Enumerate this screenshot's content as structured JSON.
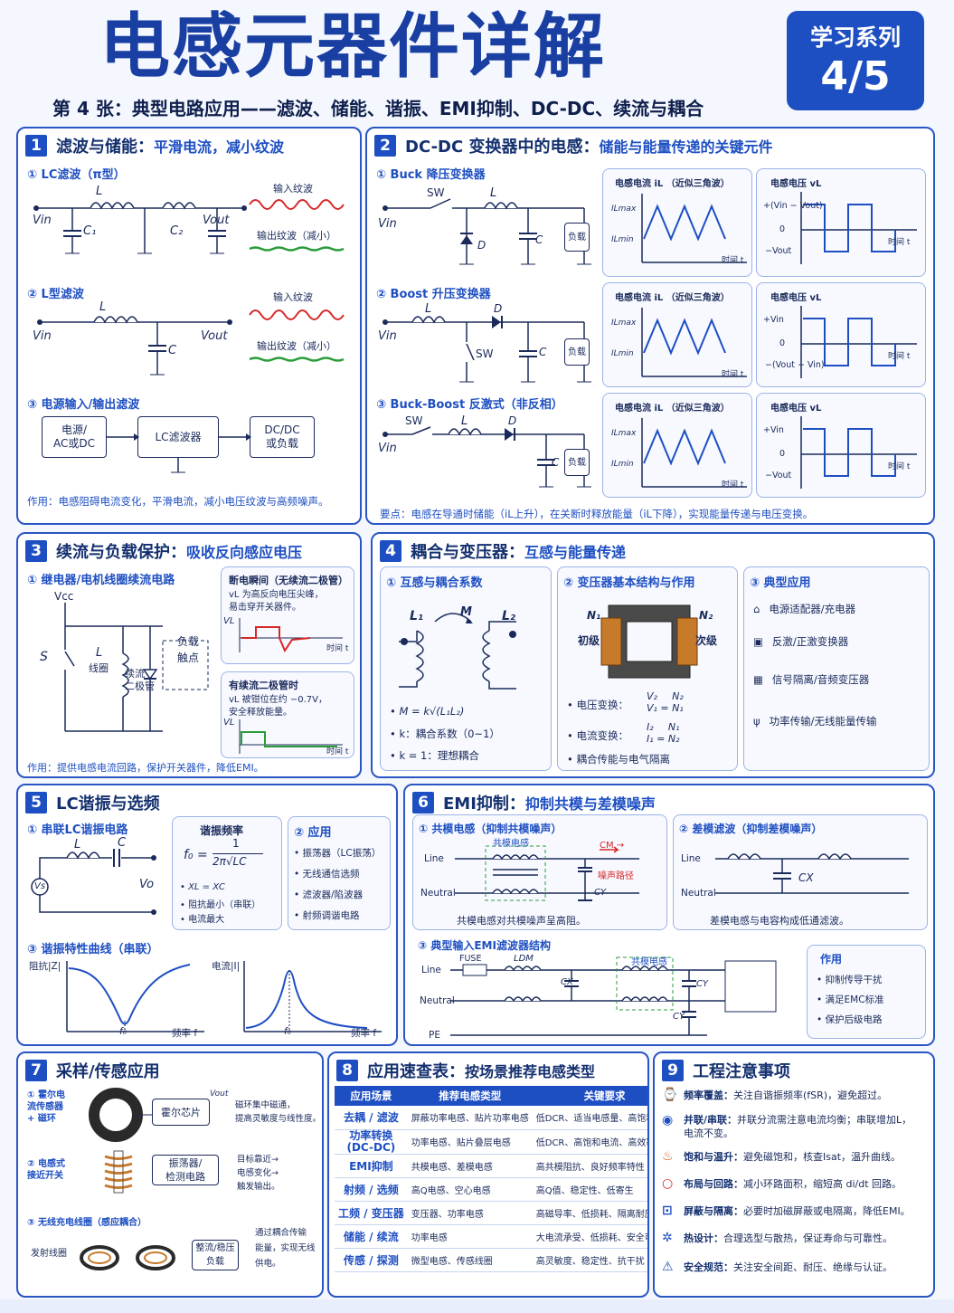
{
  "header": {
    "title": "电感元器件详解",
    "badge_top": "学习系列",
    "badge_num": "4/5",
    "subtitle": "第 4 张：典型电路应用——滤波、储能、谐振、EMI抑制、DC-DC、续流与耦合"
  },
  "p1": {
    "num": "1",
    "title": "滤波与储能：",
    "title2": "平滑电流，减小纹波",
    "s1": "① LC滤波（π型）",
    "s2": "② L型滤波",
    "s3": "③ 电源输入/输出滤波",
    "in_ripple": "输入纹波",
    "out_ripple": "输出纹波（减小）",
    "out_ripple2": "输出纹波（减小）",
    "lbl_L": "L",
    "lbl_C1": "C₁",
    "lbl_C2": "C₂",
    "lbl_C": "C",
    "vin": "Vin",
    "vout": "Vout",
    "b1": "电源/\nAC或DC",
    "b2": "LC滤波器",
    "b3": "DC/DC\n或负载",
    "note": "作用：电感阻碍电流变化，平滑电流，减小电压纹波与高频噪声。"
  },
  "p2": {
    "num": "2",
    "title": "DC-DC 变换器中的电感：",
    "title2": "储能与能量传递的关键元件",
    "s1": "① Buck 降压变换器",
    "s2": "② Boost 升压变换器",
    "s3": "③ Buck-Boost 反激式（非反相）",
    "sw": "SW",
    "d": "D",
    "c": "C",
    "load": "负载",
    "l": "L",
    "vin": "Vin",
    "il_title": "电感电流 iL （近似三角波）",
    "vl_title": "电感电压 vL",
    "ilmax": "ILmax",
    "ilmin": "ILmin",
    "time": "时间 t",
    "buck_top": "+(Vin − Vout)",
    "buck_bot": "−Vout",
    "boost_top": "+Vin",
    "boost_bot": "−(Vout − Vin)",
    "bb_top": "+Vin",
    "bb_bot": "−Vout",
    "zero": "0",
    "note": "要点：电感在导通时储能（iL上升），在关断时释放能量（iL下降），实现能量传递与电压变换。"
  },
  "p3": {
    "num": "3",
    "title": "续流与负载保护：",
    "title2": "吸收反向感应电压",
    "s1": "① 继电器/电机线圈续流电路",
    "vcc": "Vcc",
    "s": "S",
    "l": "L",
    "coil": "线圈",
    "diode": "续流\n二极管",
    "load": "负载\n触点",
    "box1_title": "断电瞬间（无续流二极管）",
    "box1_text": "vL 为高反向电压尖峰，\n易击穿开关器件。",
    "box2_title": "有续流二极管时",
    "box2_text": "vL 被钳位在约 −0.7V，\n安全释放能量。",
    "vl": "VL",
    "time": "时间 t",
    "note": "作用：提供电感电流回路，保护开关器件，降低EMI。"
  },
  "p4": {
    "num": "4",
    "title": "耦合与变压器：",
    "title2": "互感与能量传递",
    "s1": "① 互感与耦合系数",
    "s2": "② 变压器基本结构与作用",
    "s3": "③ 典型应用",
    "l1": "L₁",
    "l2": "L₂",
    "m": "M",
    "eq1": "M = k√(L₁L₂)",
    "eq2": "k：耦合系数（0~1）",
    "eq3": "k = 1：理想耦合",
    "n1": "N₁",
    "n2": "N₂",
    "primary": "初级",
    "secondary": "次级",
    "volt": "电压变换：",
    "cur": "电流变换：",
    "iso": "耦合传能与电气隔离",
    "apps": [
      "电源适配器/充电器",
      "反激/正激变换器",
      "信号隔离/音频变压器",
      "功率传输/无线能量传输"
    ]
  },
  "p5": {
    "num": "5",
    "title": "LC谐振与选频",
    "s1": "① 串联LC谐振电路",
    "s2": "② 应用",
    "s3": "③ 谐振特性曲线（串联）",
    "freq_title": "谐振频率",
    "f0": "f₀ =",
    "num1": "1",
    "den": "2π√LC",
    "c1": "XL = XC",
    "c2": "阻抗最小（串联）",
    "c3": "电流最大",
    "apps": [
      "振荡器（LC振荡）",
      "无线通信选频",
      "滤波器/陷波器",
      "射频调谐电路"
    ],
    "z": "阻抗|Z|",
    "i": "电流|I|",
    "f0l": "f₀",
    "freq": "频率 f",
    "vs": "Vs",
    "vo": "Vo",
    "l": "L",
    "c": "C"
  },
  "p6": {
    "num": "6",
    "title": "EMI抑制：",
    "title2": "抑制共模与差模噪声",
    "s1": "① 共模电感（抑制共模噪声）",
    "s2": "② 差模滤波（抑制差模噪声）",
    "s3": "③ 典型输入EMI滤波器结构",
    "line": "Line",
    "neutral": "Neutral",
    "pe": "PE",
    "fuse": "FUSE",
    "cmc": "共模电感",
    "cm": "CM →",
    "noise": "噪声路径",
    "cy": "CY",
    "cx": "CX",
    "ldm": "LDM",
    "n1": "共模电感对共模噪声呈高阻。",
    "n2": "差模电感与电容构成低通滤波。",
    "role": "作用",
    "roles": [
      "抑制传导干扰",
      "满足EMC标准",
      "保护后级电路"
    ]
  },
  "p7": {
    "num": "7",
    "title": "采样/传感应用",
    "s1": "① 霍尔电\n流传感器\n+ 磁环",
    "s2": "② 电感式\n接近开关",
    "s3": "③ 无线充电线圈（感应耦合）",
    "hall": "霍尔芯片",
    "osc": "振荡器/\n检测电路",
    "rect": "整流/稳压\n负载",
    "tx": "发射线圈",
    "vout": "Vout",
    "d1": "磁环集中磁通，\n提高灵敏度与线性度。",
    "d2": "目标靠近→\n电感变化→\n触发输出。",
    "d3": "通过耦合传输\n能量，实现无线\n供电。"
  },
  "p8": {
    "num": "8",
    "title": "应用速查表：",
    "title2": "按场景推荐电感类型",
    "head": [
      "应用场景",
      "推荐电感类型",
      "关键要求"
    ],
    "rows": [
      [
        "去耦 / 滤波",
        "屏蔽功率电感、贴片功率电感",
        "低DCR、适当电感量、高饱和电流"
      ],
      [
        "功率转换\n(DC-DC)",
        "功率电感、贴片叠层电感",
        "低DCR、高饱和电流、高效率"
      ],
      [
        "EMI抑制",
        "共模电感、差模电感",
        "高共模阻抗、良好频率特性"
      ],
      [
        "射频 / 选频",
        "高Q电感、空心电感",
        "高Q值、稳定性、低寄生"
      ],
      [
        "工频 / 变压器",
        "变压器、功率电感",
        "高磁导率、低损耗、隔离耐压"
      ],
      [
        "储能 / 续流",
        "功率电感",
        "大电流承受、低损耗、安全可靠"
      ],
      [
        "传感 / 探测",
        "微型电感、传感线圈",
        "高灵敏度、稳定性、抗干扰"
      ]
    ]
  },
  "p9": {
    "num": "9",
    "title": "工程注意事项",
    "items": [
      [
        "频率覆盖：",
        "关注自谐振频率(fSR)，避免超过。"
      ],
      [
        "并联/串联：",
        "并联分流需注意电流均衡；串联增加L，\n电流不变。"
      ],
      [
        "饱和与温升：",
        "避免磁饱和，核查Isat，温升曲线。"
      ],
      [
        "布局与回路：",
        "减小环路面积，缩短高 di/dt 回路。"
      ],
      [
        "屏蔽与隔离：",
        "必要时加磁屏蔽或电隔离，降低EMI。"
      ],
      [
        "热设计：",
        "合理选型与散热，保证寿命与可靠性。"
      ],
      [
        "安全规范：",
        "关注安全间距、耐压、绝缘与认证。"
      ]
    ]
  }
}
